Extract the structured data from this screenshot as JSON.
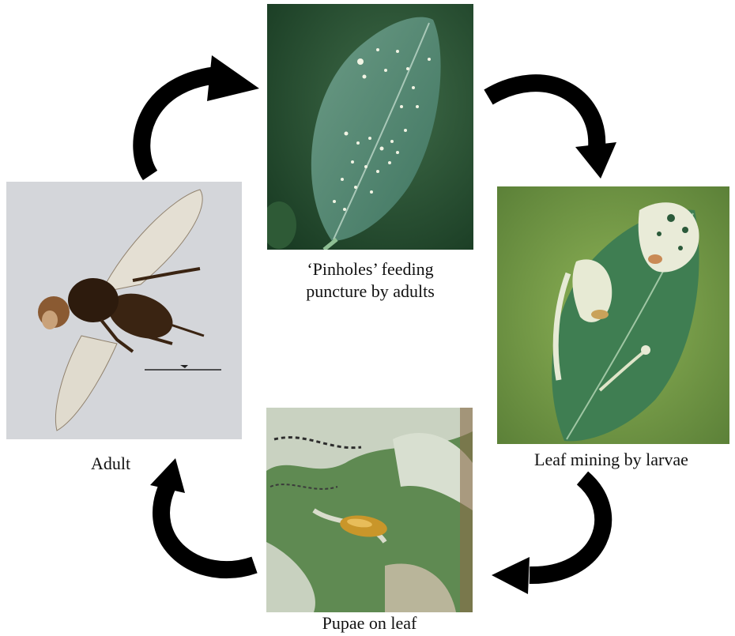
{
  "stages": {
    "feeding": {
      "caption_line1": "‘Pinholes’ feeding",
      "caption_line2": "puncture by adults"
    },
    "mining": {
      "caption": "Leaf mining by larvae"
    },
    "pupae": {
      "caption": "Pupae on leaf"
    },
    "adult": {
      "caption": "Adult"
    }
  },
  "colors": {
    "arrow": "#000000",
    "leaf": "#4f8a6d",
    "leaf_background_dark": "#1f4a2c",
    "mining_background": "#7ea24a",
    "adult_background": "#d4d6da",
    "fly_body": "#3a2412",
    "pupa": "#c9962a"
  },
  "icons": [
    "curved-arrow-icon",
    "fly-icon",
    "leaf-icon",
    "pupa-icon"
  ]
}
